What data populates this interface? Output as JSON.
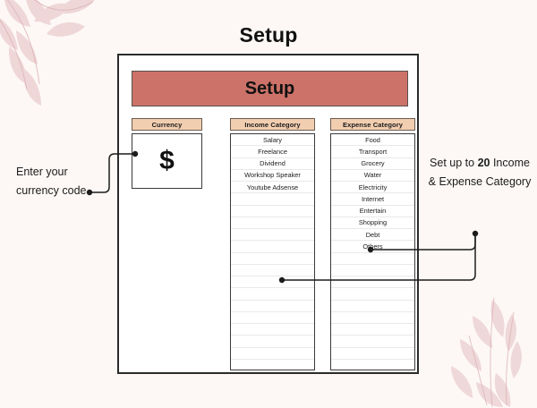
{
  "page": {
    "title": "Setup",
    "background_color": "#fdf8f6"
  },
  "sheet": {
    "banner_label": "Setup",
    "banner_color": "#cc7268",
    "header_color": "#f2ceb0",
    "border_color": "#2b2b2b"
  },
  "columns": {
    "currency": {
      "header": "Currency",
      "value": "$"
    },
    "income": {
      "header": "Income Category",
      "rows": [
        "Salary",
        "Freelance",
        "Dividend",
        "Workshop Speaker",
        "Youtube Adsense"
      ],
      "total_row_slots": 20
    },
    "expense": {
      "header": "Expense Category",
      "rows": [
        "Food",
        "Transport",
        "Grocery",
        "Water",
        "Electricity",
        "Internet",
        "Entertain",
        "Shopping",
        "Debt",
        "Others"
      ],
      "total_row_slots": 20
    }
  },
  "annotations": {
    "left": {
      "text": "Enter your currency code"
    },
    "right": {
      "prefix": "Set up to ",
      "count": "20",
      "suffix": " Income & Expense Category"
    }
  }
}
